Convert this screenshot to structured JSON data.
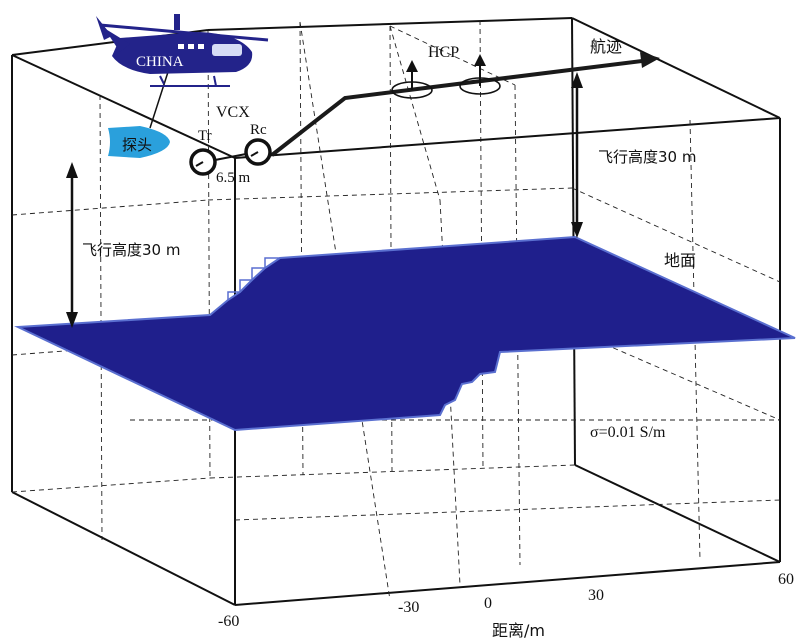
{
  "labels": {
    "helicopter_text": "CHINA",
    "probe": "探头",
    "tr": "Tr",
    "rc": "Rc",
    "vcx": "VCX",
    "spacing": "6.5 m",
    "hcp": "HCP",
    "track": "航迹",
    "flight_height_right": "飞行高度30 m",
    "flight_height_left": "飞行高度30 m",
    "ground": "地面",
    "conductivity": "σ=0.01 S/m",
    "x_axis_title": "距离/m"
  },
  "x_ticks": [
    "-60",
    "-30",
    "0",
    "30",
    "60"
  ],
  "colors": {
    "ground": "#1f1f8c",
    "ground_edge": "#5a6fd0",
    "helicopter": "#23238a",
    "probe": "#2aa0dc",
    "outline": "#111111"
  }
}
